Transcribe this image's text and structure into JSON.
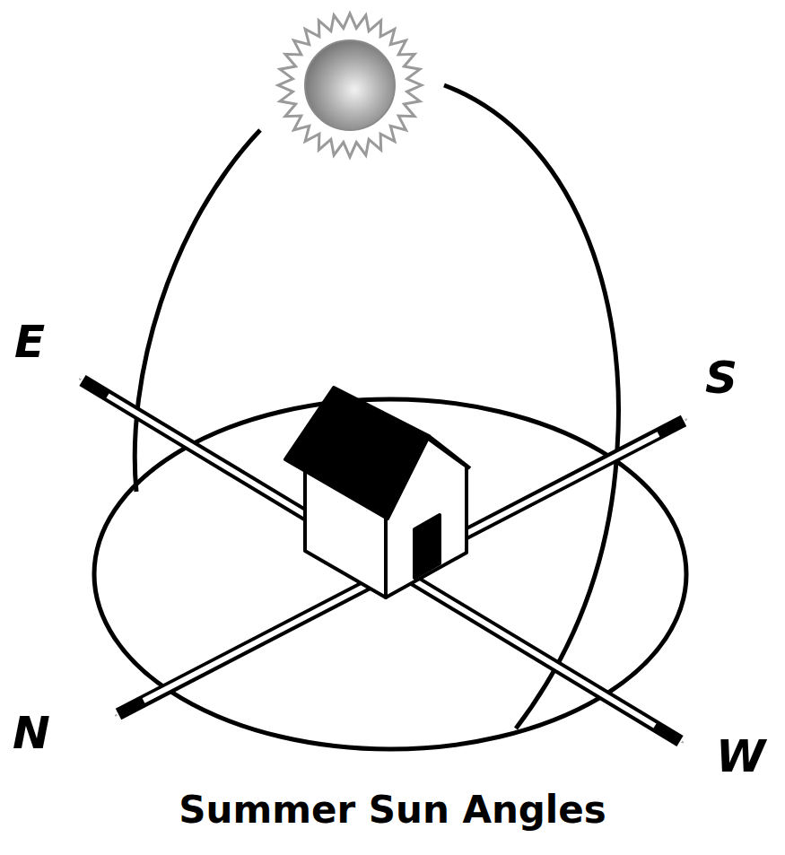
{
  "diagram": {
    "caption": "Summer Sun Angles",
    "labels": [
      "E",
      "S",
      "N",
      "W"
    ]
  }
}
